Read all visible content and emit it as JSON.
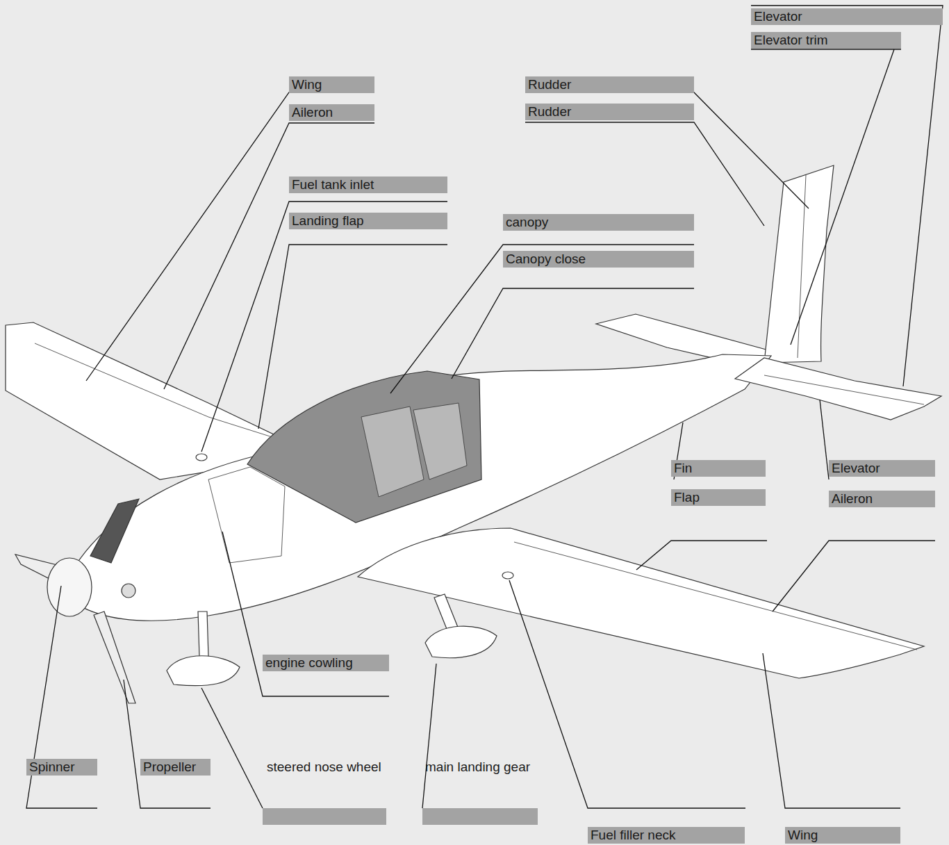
{
  "diagram": {
    "labels": [
      "Elevator",
      "Elevator trim",
      "Wing",
      "Rudder",
      "Aileron",
      "Rudder",
      "Fuel tank inlet",
      "Landing flap",
      "canopy",
      "Canopy close",
      "Fin",
      "Elevator",
      "Flap",
      "Aileron",
      "engine cowling",
      "Spinner",
      "Propeller",
      "steered nose wheel",
      "main landing gear",
      "Fuel filler neck",
      "Wing"
    ]
  }
}
